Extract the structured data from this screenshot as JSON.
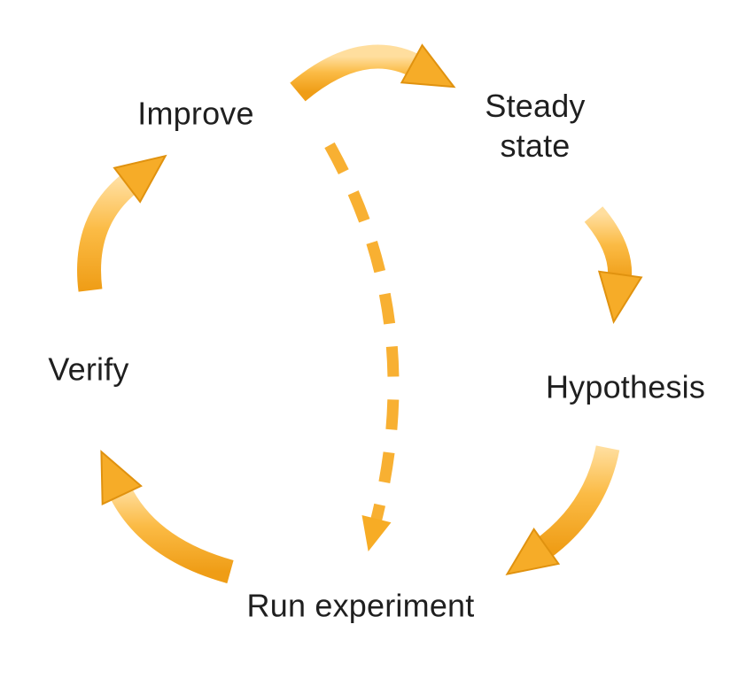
{
  "diagram": {
    "kind": "cycle-diagram",
    "background_color": "#ffffff",
    "text_color": "#1f1f1f",
    "arrow_colors": {
      "gradient_light": "#FFDE9E",
      "gradient_mid": "#FBBB45",
      "gradient_dark": "#EF9D16",
      "head_fill": "#F6AC28",
      "head_edge": "#E0920F",
      "dashed_stroke": "#F8B032"
    },
    "nodes": {
      "improve": {
        "label": "Improve"
      },
      "steady_state": {
        "label": "Steady\nstate"
      },
      "hypothesis": {
        "label": "Hypothesis"
      },
      "run_experiment": {
        "label": "Run experiment"
      },
      "verify": {
        "label": "Verify"
      }
    },
    "edges": [
      {
        "from": "Improve",
        "to": "Steady state",
        "style": "solid-curved-arrow"
      },
      {
        "from": "Steady state",
        "to": "Hypothesis",
        "style": "solid-curved-arrow"
      },
      {
        "from": "Hypothesis",
        "to": "Run experiment",
        "style": "solid-curved-arrow"
      },
      {
        "from": "Run experiment",
        "to": "Verify",
        "style": "solid-curved-arrow"
      },
      {
        "from": "Verify",
        "to": "Improve",
        "style": "solid-curved-arrow"
      },
      {
        "from": "Steady state",
        "to": "Run experiment",
        "style": "dashed-curved-arrow"
      }
    ]
  }
}
